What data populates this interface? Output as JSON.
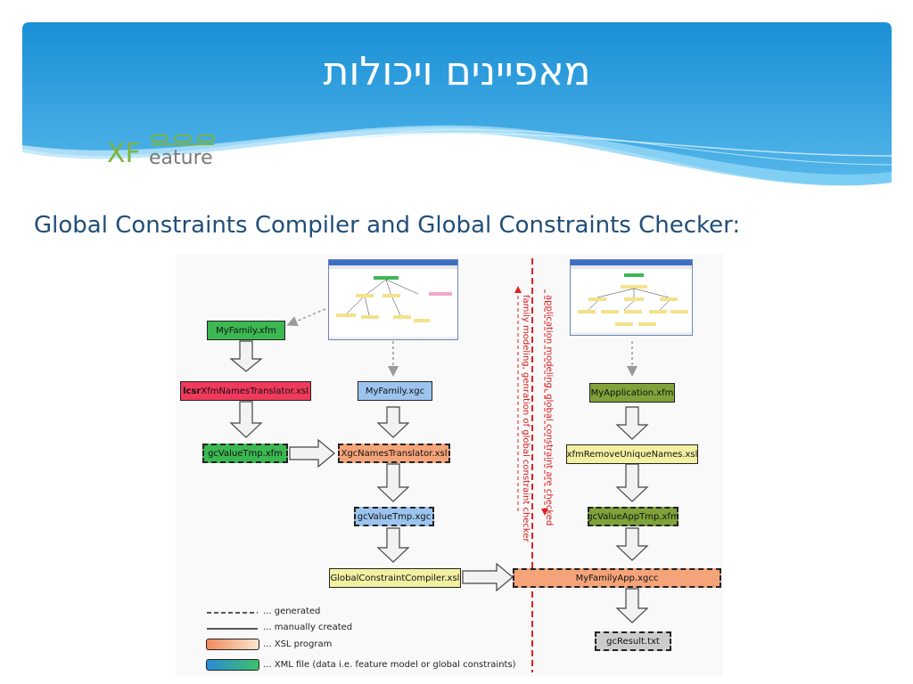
{
  "slide": {
    "title": "מאפיינים ויכולות",
    "subtitle": "Global Constraints Compiler and Global Constraints Checker:"
  },
  "logo": {
    "xf": "XF",
    "eature": "eature"
  },
  "colors": {
    "banner_top": "#1a8fd6",
    "banner_bottom": "#6cc6f2",
    "xml_green": "#3cb853",
    "xml_darkgreen": "#7fa23a",
    "xml_blue": "#9cc4ee",
    "xsl_red": "#f03a5c",
    "xsl_orange": "#f5a47a",
    "xsl_yellow": "#f3f0a2",
    "result_gray": "#cccccc",
    "separator_red": "#e02020"
  },
  "diagram": {
    "nodes": {
      "myfamily_xfm": "MyFamily.xfm",
      "lcsr_prefix": "lcsr",
      "lcsr_rest": "XfmNamesTranslator.xsl",
      "gcvaluetmp_xfm": "gcValueTmp.xfm",
      "myfamily_xgc": "MyFamily.xgc",
      "xgcnamestranslator": "XgcNamesTranslator.xsl",
      "gcvaluetmp_xgc": "gcValueTmp.xgc",
      "globalconstraintcompiler": "GlobalConstraintCompiler.xsl",
      "myapplication_xfm": "MyApplication.xfm",
      "xfmremoveuniquenames": "xfmRemoveUniqueNames.xsl",
      "gcvalueapptmp": "gcValueAppTmp.xfm",
      "myfamilyapp_xgcc": "MyFamilyApp.xgcc",
      "gcresult": "gcResult.txt"
    },
    "separator_labels": {
      "left": "family modeling, genration of global constraint checker",
      "right": "application modeling, global constraint are checked"
    },
    "legend": [
      {
        "symbol": "dashed-line",
        "text": "... generated"
      },
      {
        "symbol": "solid-line",
        "text": "... manually created"
      },
      {
        "symbol": "xsl-box",
        "text": "... XSL program"
      },
      {
        "symbol": "xml-box",
        "text": "... XML file (data i.e. feature model or global constraints)"
      }
    ]
  }
}
